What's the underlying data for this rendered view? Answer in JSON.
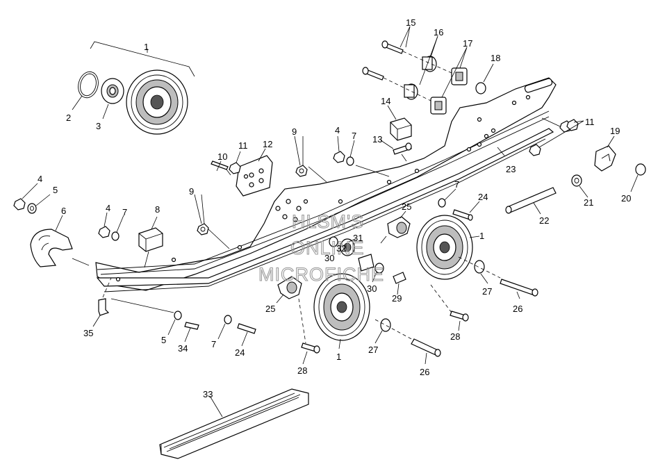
{
  "watermark": {
    "line1": "HLSM'S",
    "line2": "ONLINE",
    "line3": "MICROFICHE"
  },
  "callouts": {
    "c1_top": "1",
    "c2": "2",
    "c3": "3",
    "c4_left": "4",
    "c5_left": "5",
    "c6": "6",
    "c4_mid": "4",
    "c7_mid": "7",
    "c8": "8",
    "c9_left": "9",
    "c10": "10",
    "c11_left": "11",
    "c12": "12",
    "c9_top": "9",
    "c4_top": "4",
    "c7_top": "7",
    "c13": "13",
    "c14": "14",
    "c15": "15",
    "c16": "16",
    "c17": "17",
    "c18": "18",
    "c11_right": "11",
    "c19": "19",
    "c23": "23",
    "c7_right": "7",
    "c24_right": "24",
    "c25_right": "25",
    "c1_right": "1",
    "c22": "22",
    "c21": "21",
    "c20": "20",
    "c30_a": "30",
    "c31": "31",
    "c32": "32",
    "c30_b": "30",
    "c29": "29",
    "c27_right": "27",
    "c26_right": "26",
    "c28_right": "28",
    "c25_left": "25",
    "c35": "35",
    "c5_bottom": "5",
    "c34": "34",
    "c7_bottom": "7",
    "c24_bottom": "24",
    "c1_bottom": "1",
    "c27_bottom": "27",
    "c26_bottom": "26",
    "c28_bottom": "28",
    "c33": "33"
  }
}
